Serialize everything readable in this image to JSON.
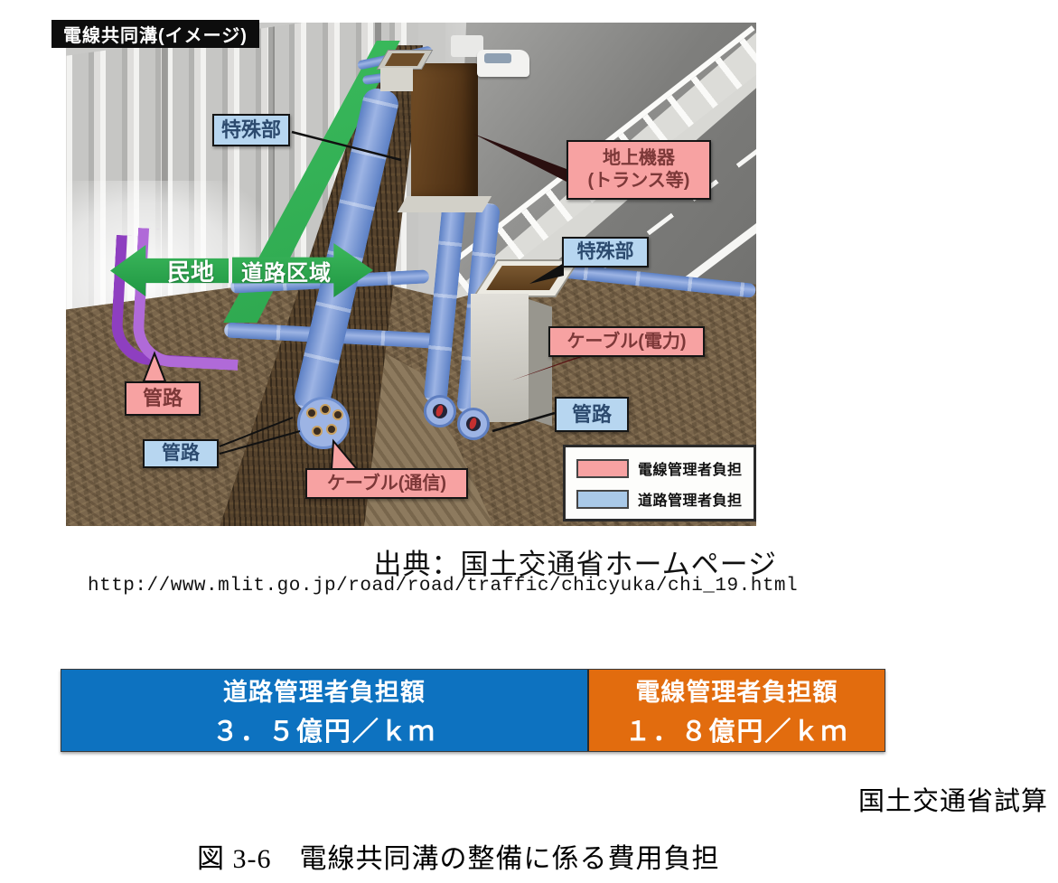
{
  "figure": {
    "badge": "電線共同溝(イメージ)",
    "labels": {
      "tokushubu_top": "特殊部",
      "ground_equipment_line1": "地上機器",
      "ground_equipment_line2": "(トランス等)",
      "tokushubu_right": "特殊部",
      "cable_power": "ケーブル(電力)",
      "kanro_right": "管路",
      "kanro_left": "管路",
      "kanro_bottom": "管路",
      "cable_comm": "ケーブル(通信)",
      "minchi": "民地",
      "douro_kuiki": "道路区域"
    },
    "legend": {
      "items": [
        {
          "label": "電線管理者負担",
          "color": "#f7a2a2"
        },
        {
          "label": "道路管理者負担",
          "color": "#a9c9e8"
        }
      ]
    }
  },
  "source": {
    "credit": "出典：国土交通省ホームページ",
    "url": "http://www.mlit.go.jp/road/road/traffic/chicyuka/chi_19.html"
  },
  "cost_table": {
    "columns": [
      {
        "header": "道路管理者負担額",
        "value": "３．５億円／ｋｍ",
        "color": "#0d72c0"
      },
      {
        "header": "電線管理者負担額",
        "value": "１．８億円／ｋｍ",
        "color": "#e26c0e"
      }
    ]
  },
  "estimate_note": "国土交通省試算",
  "caption": "図 3-6　電線共同溝の整備に係る費用負担"
}
